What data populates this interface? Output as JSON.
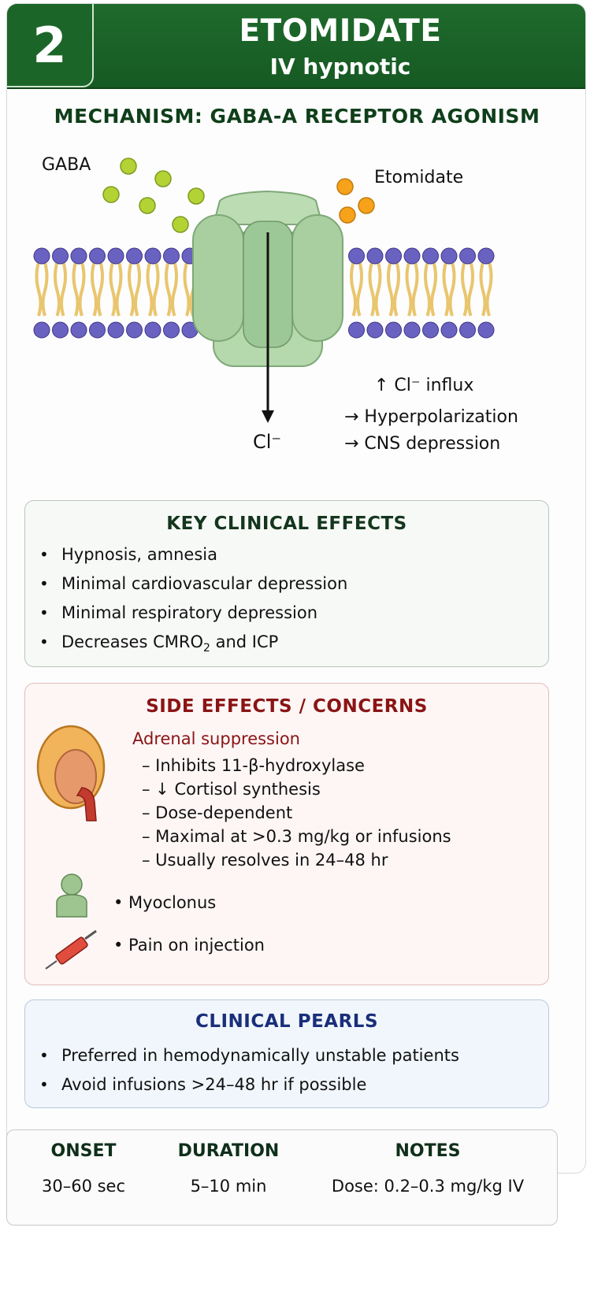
{
  "header": {
    "number": "2",
    "title": "ETOMIDATE",
    "subtitle": "IV hypnotic"
  },
  "mechanism": {
    "title": "MECHANISM: GABA-A RECEPTOR AGONISM",
    "gaba_label": "GABA",
    "etomidate_label": "Etomidate",
    "ion_label": "Cl⁻",
    "effects": [
      "↑ Cl⁻ influx",
      "→ Hyperpolarization",
      "→ CNS depression"
    ],
    "colors": {
      "gaba": "#b3d335",
      "etomidate": "#f7a21b",
      "receptor": "#a9cfa1",
      "lipid_head": "#6a62c0",
      "lipid_tail": "#e9c56e"
    }
  },
  "key_effects": {
    "title": "KEY CLINICAL EFFECTS",
    "items": [
      "Hypnosis, amnesia",
      "Minimal cardiovascular depression",
      "Minimal respiratory depression"
    ],
    "last_item_prefix": "Decreases CMRO",
    "last_item_sub": "2",
    "last_item_suffix": " and ICP"
  },
  "side_effects": {
    "title": "SIDE EFFECTS / CONCERNS",
    "adrenal_heading": "Adrenal suppression",
    "adrenal_items": [
      "– Inhibits 11-β-hydroxylase",
      "– ↓ Cortisol synthesis",
      "– Dose-dependent",
      "– Maximal at >0.3 mg/kg or infusions",
      "– Usually resolves in 24–48 hr"
    ],
    "myoclonus": "• Myoclonus",
    "pain": "• Pain on injection",
    "icons": [
      "adrenal-gland-icon",
      "person-icon",
      "syringe-icon"
    ]
  },
  "pearls": {
    "title": "CLINICAL PEARLS",
    "items": [
      "Preferred in hemodynamically unstable patients",
      "Avoid infusions >24–48 hr if possible"
    ]
  },
  "footer": {
    "onset_label": "ONSET",
    "onset_value": "30–60 sec",
    "duration_label": "DURATION",
    "duration_value": "5–10 min",
    "notes_label": "NOTES",
    "notes_value": "Dose: 0.2–0.3 mg/kg IV"
  }
}
